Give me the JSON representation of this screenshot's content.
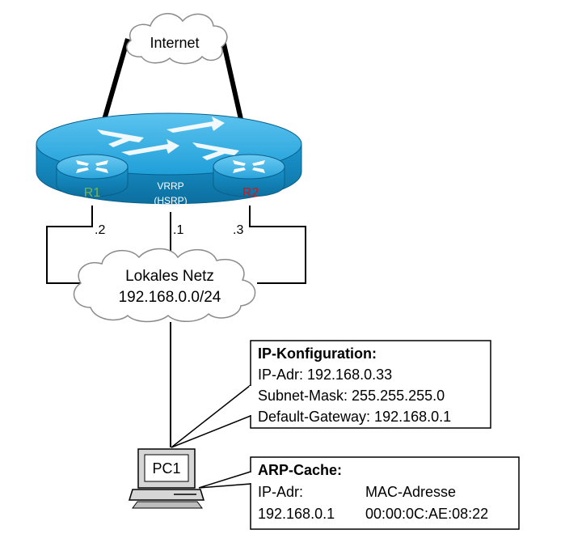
{
  "internet": {
    "label": "Internet"
  },
  "vrrp": {
    "line1": "VRRP",
    "line2": "(HSRP)"
  },
  "routers": {
    "r1": {
      "label": "R1",
      "color": "#7ab648"
    },
    "r2": {
      "label": "R2",
      "color": "#e01010"
    }
  },
  "links": {
    "r1_addr": ".2",
    "virtual_addr": ".1",
    "r2_addr": ".3"
  },
  "lan": {
    "line1": "Lokales Netz",
    "line2": "192.168.0.0/24"
  },
  "ip_config": {
    "title": "IP-Konfiguration:",
    "ip": "IP-Adr: 192.168.0.33",
    "mask": "Subnet-Mask: 255.255.255.0",
    "gateway": "Default-Gateway: 192.168.0.1"
  },
  "arp_cache": {
    "title": "ARP-Cache:",
    "col_ip": "IP-Adr:",
    "col_mac": "MAC-Adresse",
    "row_ip": "192.168.0.1",
    "row_mac": "00:00:0C:AE:08:22"
  },
  "pc": {
    "label": "PC1"
  },
  "colors": {
    "router_top": "#29a8df",
    "router_side": "#0f7fb4",
    "router_dark": "#0a6a9a"
  }
}
